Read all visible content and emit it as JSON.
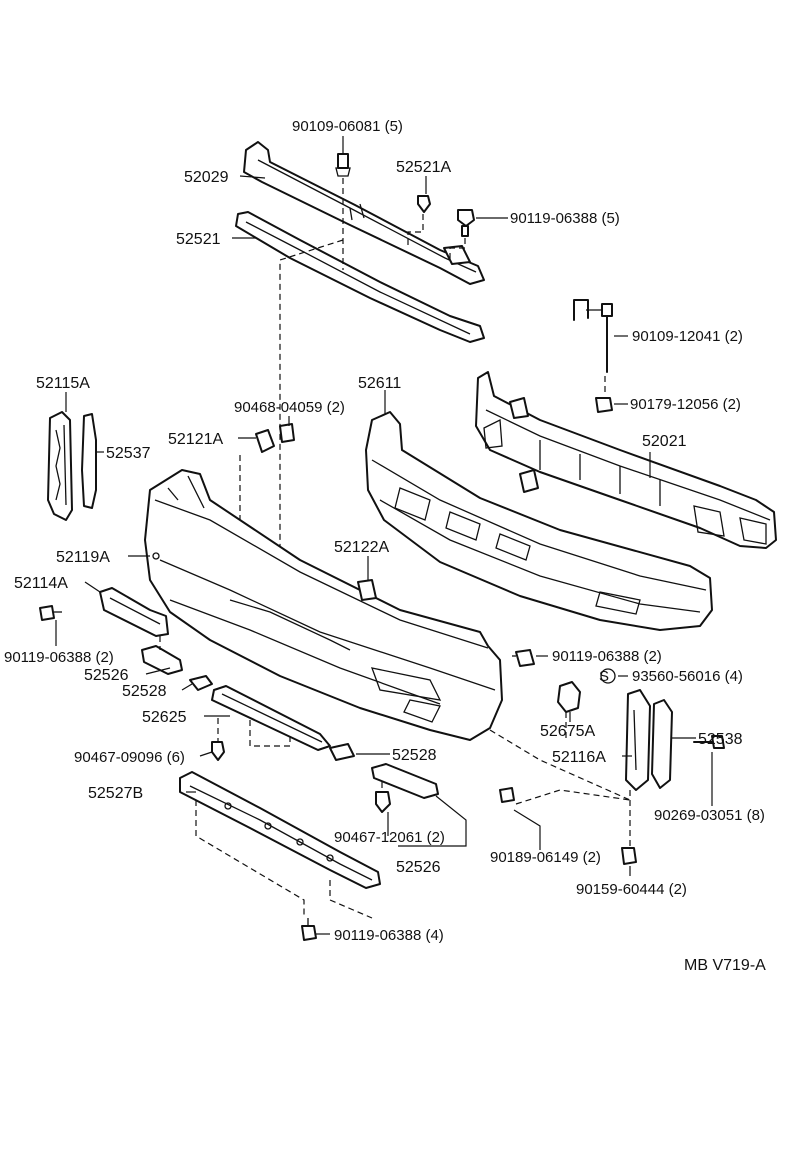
{
  "diagram_code": "MB  V719-A",
  "labels": {
    "p90109_06081": "90109-06081 (5)",
    "p52029": "52029",
    "p52521A": "52521A",
    "p90119_06388_5": "90119-06388 (5)",
    "p52521": "52521",
    "p90109_12041": "90109-12041 (2)",
    "p52115A": "52115A",
    "p52611": "52611",
    "p90179_12056": "90179-12056 (2)",
    "p90468_04059": "90468-04059 (2)",
    "p52121A": "52121A",
    "p52021": "52021",
    "p52537": "52537",
    "p52119A": "52119A",
    "p52122A": "52122A",
    "p52114A": "52114A",
    "p90119_06388_2a": "90119-06388 (2)",
    "p90119_06388_2b": "90119-06388 (2)",
    "p52526a": "52526",
    "p93560_56016": "93560-56016 (4)",
    "p93560_mark": "S",
    "p52528a": "52528",
    "p52675A": "52675A",
    "p52625": "52625",
    "p52538": "52538",
    "p52116A": "52116A",
    "p90467_09096": "90467-09096 (6)",
    "p52528b": "52528",
    "p52527B": "52527B",
    "p90269_03051": "90269-03051 (8)",
    "p90467_12061": "90467-12061 (2)",
    "p90189_06149": "90189-06149 (2)",
    "p52526b": "52526",
    "p90159_60444": "90159-60444 (2)",
    "p90119_06388_4": "90119-06388 (4)"
  }
}
